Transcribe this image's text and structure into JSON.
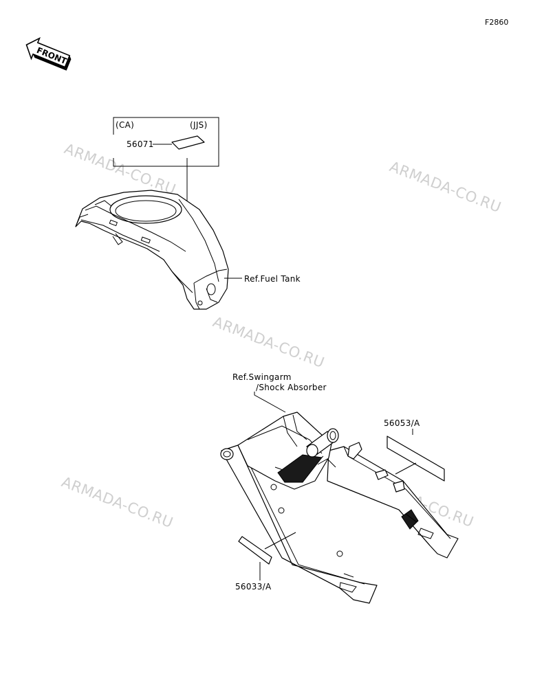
{
  "figure_code": "F2860",
  "front_arrow": {
    "label": "FRONT"
  },
  "variants": {
    "left": "(CA)",
    "right": "(JJS)"
  },
  "parts": [
    {
      "number": "56071"
    },
    {
      "number": "56053/A"
    },
    {
      "number": "56033/A"
    }
  ],
  "references": {
    "fuel_tank": "Ref.Fuel Tank",
    "swingarm_line1": "Ref.Swingarm",
    "swingarm_line2": "/Shock Absorber"
  },
  "watermark": "ARMADA-CO.RU",
  "colors": {
    "ink": "#000000",
    "watermark": "#cfcfcf",
    "background": "#ffffff"
  }
}
